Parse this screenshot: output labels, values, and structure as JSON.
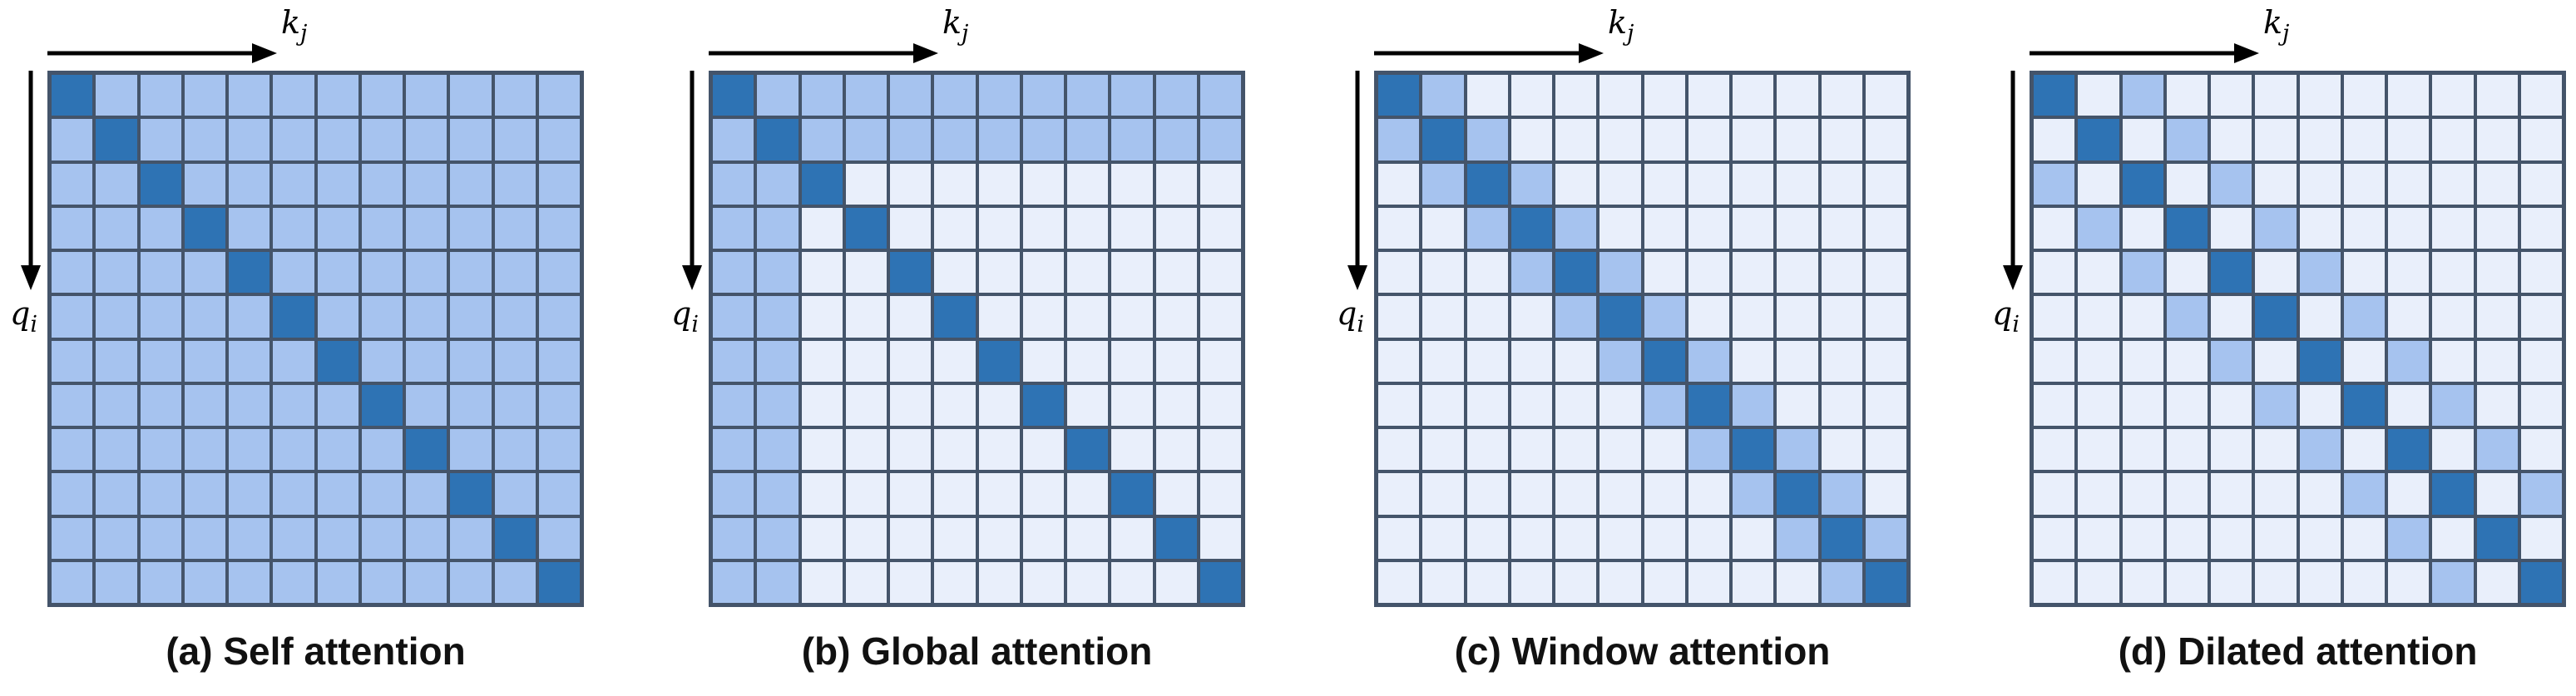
{
  "colors": {
    "dark_cell": "#2E73B4",
    "medium_cell": "#A6C3EF",
    "light_cell": "#E9EFFB",
    "grid_line": "#44546A",
    "arrow": "#000000",
    "caption_text": "#111111"
  },
  "axes": {
    "x_label_main": "k",
    "x_label_sub": "j",
    "y_label_main": "q",
    "y_label_sub": "i"
  },
  "cell_levels": {
    "2": "dark_cell",
    "1": "medium_cell",
    "0": "light_cell"
  },
  "panels": [
    {
      "id": "a",
      "caption": "(a) Self attention",
      "grid_size": 12,
      "matrix": [
        "211111111111",
        "121111111111",
        "112111111111",
        "111211111111",
        "111121111111",
        "111112111111",
        "111111211111",
        "111111121111",
        "111111112111",
        "111111111211",
        "111111111121",
        "111111111112"
      ]
    },
    {
      "id": "b",
      "caption": "(b) Global attention",
      "grid_size": 12,
      "matrix": [
        "211111111111",
        "121111111111",
        "112000000000",
        "110200000000",
        "110020000000",
        "110002000000",
        "110000200000",
        "110000020000",
        "110000002000",
        "110000000200",
        "110000000020",
        "110000000002"
      ]
    },
    {
      "id": "c",
      "caption": "(c) Window attention",
      "grid_size": 12,
      "matrix": [
        "210000000000",
        "121000000000",
        "012100000000",
        "001210000000",
        "000121000000",
        "000012100000",
        "000001210000",
        "000000121000",
        "000000012100",
        "000000001210",
        "000000000121",
        "000000000012"
      ]
    },
    {
      "id": "d",
      "caption": "(d) Dilated attention",
      "grid_size": 12,
      "matrix": [
        "201000000000",
        "020100000000",
        "102010000000",
        "010201000000",
        "001020100000",
        "000102010000",
        "000010201000",
        "000001020100",
        "000000102010",
        "000000010201",
        "000000001020",
        "000000000102"
      ]
    }
  ]
}
